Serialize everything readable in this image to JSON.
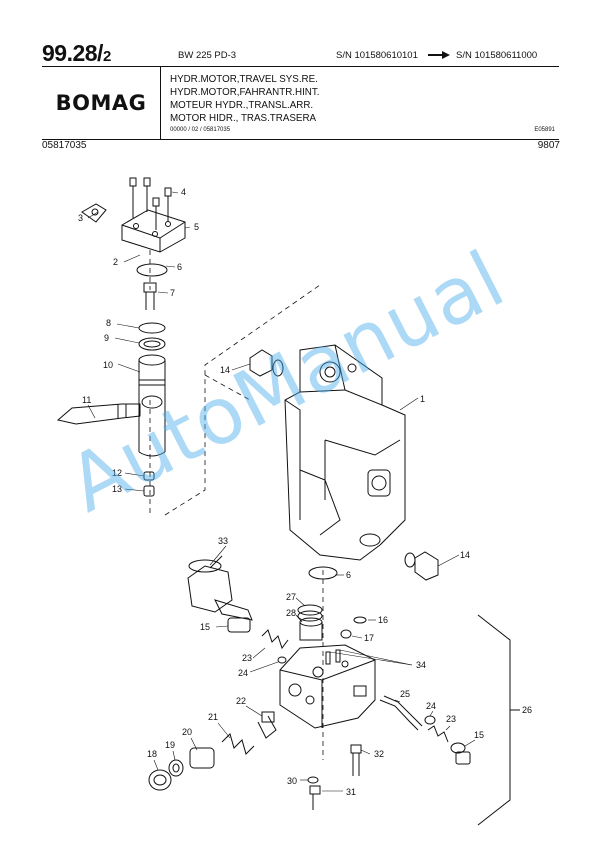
{
  "header": {
    "page_number": "99.28/",
    "page_sub": "2",
    "model": "BW 225 PD-3",
    "sn_from": "S/N 101580610101",
    "sn_to": "S/N 101580611000",
    "brand": "BOMAG",
    "titles": [
      "HYDR.MOTOR,TRAVEL SYS.RE.",
      "HYDR.MOTOR,FAHRANTR.HINT.",
      "MOTEUR HYDR.,TRANSL.ARR.",
      "MOTOR HIDR., TRAS.TRASERA"
    ],
    "meta_left": "00000 / 02 / 05817035",
    "meta_right": "E05891",
    "part_number": "05817035",
    "date_code": "9807"
  },
  "callouts": [
    "1",
    "2",
    "3",
    "4",
    "5",
    "6",
    "7",
    "8",
    "9",
    "10",
    "11",
    "12",
    "13",
    "14",
    "14",
    "6",
    "15",
    "16",
    "17",
    "18",
    "19",
    "20",
    "21",
    "22",
    "23",
    "24",
    "23",
    "24",
    "25",
    "26",
    "27",
    "28",
    "30",
    "31",
    "32",
    "33",
    "34",
    "15"
  ],
  "watermark": "AutoManual",
  "colors": {
    "watermark": "#46aaeb"
  }
}
